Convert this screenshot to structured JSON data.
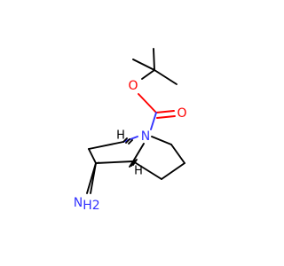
{
  "molecule": {
    "atoms": {
      "o_ester": "O",
      "o_carbonyl": "O",
      "n_bridge": "N",
      "n_amine": "N",
      "amine_h2": "H2",
      "h_upper": "H",
      "h_lower": "H"
    },
    "colors": {
      "carbon": "#000000",
      "oxygen": "#ff0000",
      "nitrogen": "#3333ff"
    }
  }
}
